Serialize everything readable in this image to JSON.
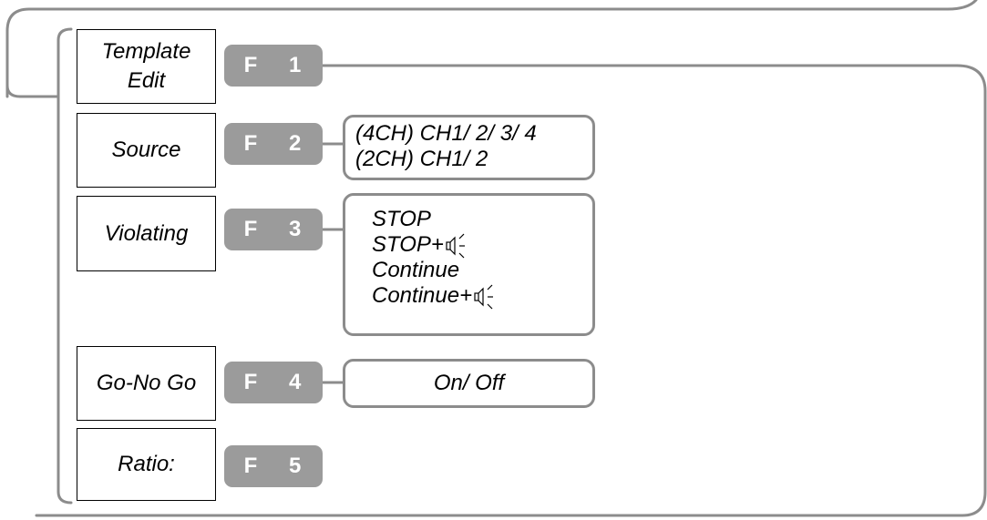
{
  "menu": [
    {
      "label_lines": [
        "Template",
        "Edit"
      ],
      "key": "F 1",
      "options": []
    },
    {
      "label_lines": [
        "Source"
      ],
      "key": "F 2",
      "options": [
        {
          "text": "(4CH) CH1/ 2/ 3/ 4",
          "speaker": false
        },
        {
          "text": "(2CH) CH1/ 2",
          "speaker": false
        }
      ]
    },
    {
      "label_lines": [
        "Violating"
      ],
      "key": "F 3",
      "options": [
        {
          "text": "STOP",
          "speaker": false
        },
        {
          "text": "STOP+",
          "speaker": true
        },
        {
          "text": "Continue",
          "speaker": false
        },
        {
          "text": "Continue+",
          "speaker": true
        }
      ]
    },
    {
      "label_lines": [
        "Go-No Go"
      ],
      "key": "F 4",
      "options": [
        {
          "text": "On/ Off",
          "speaker": false
        }
      ]
    },
    {
      "label_lines": [
        "Ratio:"
      ],
      "key": "F 5",
      "options": []
    }
  ],
  "colors": {
    "key_fill": "#9b9b9b",
    "key_text": "#ffffff",
    "connector": "#8c8c8c",
    "box_border": "#000000"
  },
  "icons": {
    "speaker": "speaker-sound-icon"
  }
}
